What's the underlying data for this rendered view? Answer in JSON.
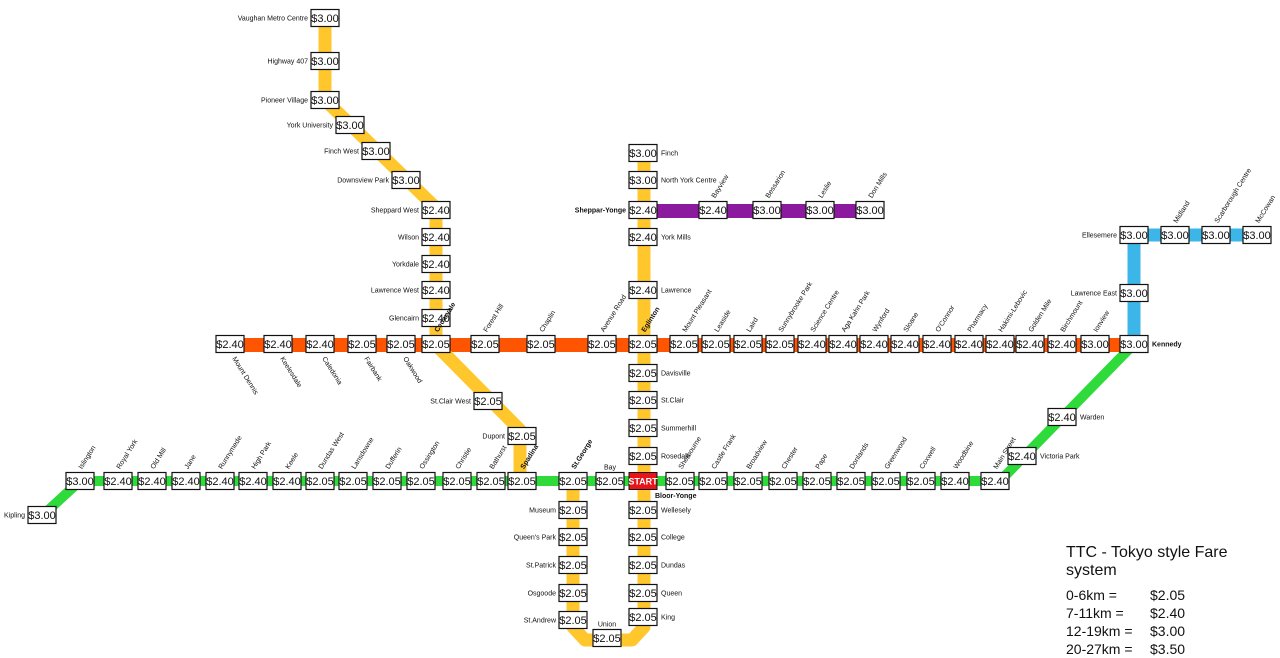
{
  "legend": {
    "title": "TTC - Tokyo style Fare system",
    "rows": [
      {
        "range": "0-6km =",
        "fare": "$2.05"
      },
      {
        "range": "7-11km =",
        "fare": "$2.40"
      },
      {
        "range": "12-19km =",
        "fare": "$3.00"
      },
      {
        "range": "20-27km =",
        "fare": "$3.50"
      }
    ]
  },
  "colors": {
    "line1": "#FFC72C",
    "line2_bloor": "#2EDB3A",
    "line2_eglinton": "#FF5500",
    "line4_sheppard": "#8B1A9E",
    "line3_scarborough": "#3CB6E8",
    "start": "#E8141B"
  },
  "start_label": "START",
  "stations": [
    {
      "name": "Vaughan Metro Centre",
      "fare": "$3.00"
    },
    {
      "name": "Highway 407",
      "fare": "$3.00"
    },
    {
      "name": "Pioneer Village",
      "fare": "$3.00"
    },
    {
      "name": "York University",
      "fare": "$3.00"
    },
    {
      "name": "Finch West",
      "fare": "$3.00"
    },
    {
      "name": "Downsview Park",
      "fare": "$3.00"
    },
    {
      "name": "Sheppard West",
      "fare": "$2.40"
    },
    {
      "name": "Wilson",
      "fare": "$2.40"
    },
    {
      "name": "Yorkdale",
      "fare": "$2.40"
    },
    {
      "name": "Lawrence West",
      "fare": "$2.40"
    },
    {
      "name": "Glencairn",
      "fare": "$2.40"
    },
    {
      "name": "Cedarvale",
      "fare": "$2.05"
    },
    {
      "name": "St.Clair West",
      "fare": "$2.05"
    },
    {
      "name": "Dupont",
      "fare": "$2.05"
    },
    {
      "name": "Spadina",
      "fare": "$2.05"
    },
    {
      "name": "St.George",
      "fare": "$2.05"
    },
    {
      "name": "Museum",
      "fare": "$2.05"
    },
    {
      "name": "Queen's Park",
      "fare": "$2.05"
    },
    {
      "name": "St.Patrick",
      "fare": "$2.05"
    },
    {
      "name": "Osgoode",
      "fare": "$2.05"
    },
    {
      "name": "St.Andrew",
      "fare": "$2.05"
    },
    {
      "name": "Union",
      "fare": "$2.05"
    },
    {
      "name": "King",
      "fare": "$2.05"
    },
    {
      "name": "Queen",
      "fare": "$2.05"
    },
    {
      "name": "Dundas",
      "fare": "$2.05"
    },
    {
      "name": "College",
      "fare": "$2.05"
    },
    {
      "name": "Wellesely",
      "fare": "$2.05"
    },
    {
      "name": "Bloor-Yonge",
      "fare": ""
    },
    {
      "name": "Rosedale",
      "fare": "$2.05"
    },
    {
      "name": "Summerhill",
      "fare": "$2.05"
    },
    {
      "name": "St.Clair",
      "fare": "$2.05"
    },
    {
      "name": "Davisville",
      "fare": "$2.05"
    },
    {
      "name": "Eglinton",
      "fare": "$2.05"
    },
    {
      "name": "Lawrence",
      "fare": "$2.40"
    },
    {
      "name": "York Mills",
      "fare": "$2.40"
    },
    {
      "name": "Sheppar-Yonge",
      "fare": "$2.40"
    },
    {
      "name": "North York Centre",
      "fare": "$3.00"
    },
    {
      "name": "Finch",
      "fare": "$3.00"
    },
    {
      "name": "Bayview",
      "fare": "$2.40"
    },
    {
      "name": "Bessarion",
      "fare": "$3.00"
    },
    {
      "name": "Leslie",
      "fare": "$3.00"
    },
    {
      "name": "Don Mills",
      "fare": "$3.00"
    },
    {
      "name": "Kipling",
      "fare": "$3.00"
    },
    {
      "name": "Islington",
      "fare": "$3.00"
    },
    {
      "name": "Royal York",
      "fare": "$2.40"
    },
    {
      "name": "Old Mill",
      "fare": "$2.40"
    },
    {
      "name": "Jane",
      "fare": "$2.40"
    },
    {
      "name": "Runnymede",
      "fare": "$2.40"
    },
    {
      "name": "High Park",
      "fare": "$2.40"
    },
    {
      "name": "Keele",
      "fare": "$2.40"
    },
    {
      "name": "Dundas West",
      "fare": "$2.05"
    },
    {
      "name": "Lansdowne",
      "fare": "$2.05"
    },
    {
      "name": "Dufferin",
      "fare": "$2.05"
    },
    {
      "name": "Ossington",
      "fare": "$2.05"
    },
    {
      "name": "Christie",
      "fare": "$2.05"
    },
    {
      "name": "Bathurst",
      "fare": "$2.05"
    },
    {
      "name": "Bay",
      "fare": "$2.05"
    },
    {
      "name": "Sherbourne",
      "fare": "$2.05"
    },
    {
      "name": "Castle Frank",
      "fare": "$2.05"
    },
    {
      "name": "Broadview",
      "fare": "$2.05"
    },
    {
      "name": "Chester",
      "fare": "$2.05"
    },
    {
      "name": "Pape",
      "fare": "$2.05"
    },
    {
      "name": "Donlands",
      "fare": "$2.05"
    },
    {
      "name": "Greenwood",
      "fare": "$2.05"
    },
    {
      "name": "Coxwell",
      "fare": "$2.05"
    },
    {
      "name": "Woodbine",
      "fare": "$2.40"
    },
    {
      "name": "Main Street",
      "fare": "$2.40"
    },
    {
      "name": "Victoria Park",
      "fare": "$2.40"
    },
    {
      "name": "Warden",
      "fare": "$2.40"
    },
    {
      "name": "Kennedy",
      "fare": "$3.00"
    },
    {
      "name": "Mount Dennis",
      "fare": "$2.40"
    },
    {
      "name": "Keelesdale",
      "fare": "$2.40"
    },
    {
      "name": "Caledonia",
      "fare": "$2.40"
    },
    {
      "name": "Fairbank",
      "fare": "$2.05"
    },
    {
      "name": "Oakwood",
      "fare": "$2.05"
    },
    {
      "name": "Forest Hill",
      "fare": "$2.05"
    },
    {
      "name": "Chaplin",
      "fare": "$2.05"
    },
    {
      "name": "Avenue Road",
      "fare": "$2.05"
    },
    {
      "name": "Mount Pleasant",
      "fare": "$2.05"
    },
    {
      "name": "Leaside",
      "fare": "$2.05"
    },
    {
      "name": "Laird",
      "fare": "$2.05"
    },
    {
      "name": "Sunnybrooke Park",
      "fare": "$2.05"
    },
    {
      "name": "Science Centre",
      "fare": "$2.40"
    },
    {
      "name": "Aga Kahn Park",
      "fare": "$2.40"
    },
    {
      "name": "Wynford",
      "fare": "$2.40"
    },
    {
      "name": "Sloane",
      "fare": "$2.40"
    },
    {
      "name": "O'Connor",
      "fare": "$2.40"
    },
    {
      "name": "Pharmacy",
      "fare": "$2.40"
    },
    {
      "name": "Hakimi-Lebovic",
      "fare": "$2.40"
    },
    {
      "name": "Golden Mile",
      "fare": "$2.40"
    },
    {
      "name": "Birchmount",
      "fare": "$2.40"
    },
    {
      "name": "Ionview",
      "fare": "$3.00"
    },
    {
      "name": "Lawrence East",
      "fare": "$3.00"
    },
    {
      "name": "Ellesemere",
      "fare": "$3.00"
    },
    {
      "name": "Midland",
      "fare": "$3.00"
    },
    {
      "name": "Scarborough Centre",
      "fare": "$3.00"
    },
    {
      "name": "McCowan",
      "fare": "$3.00"
    }
  ]
}
